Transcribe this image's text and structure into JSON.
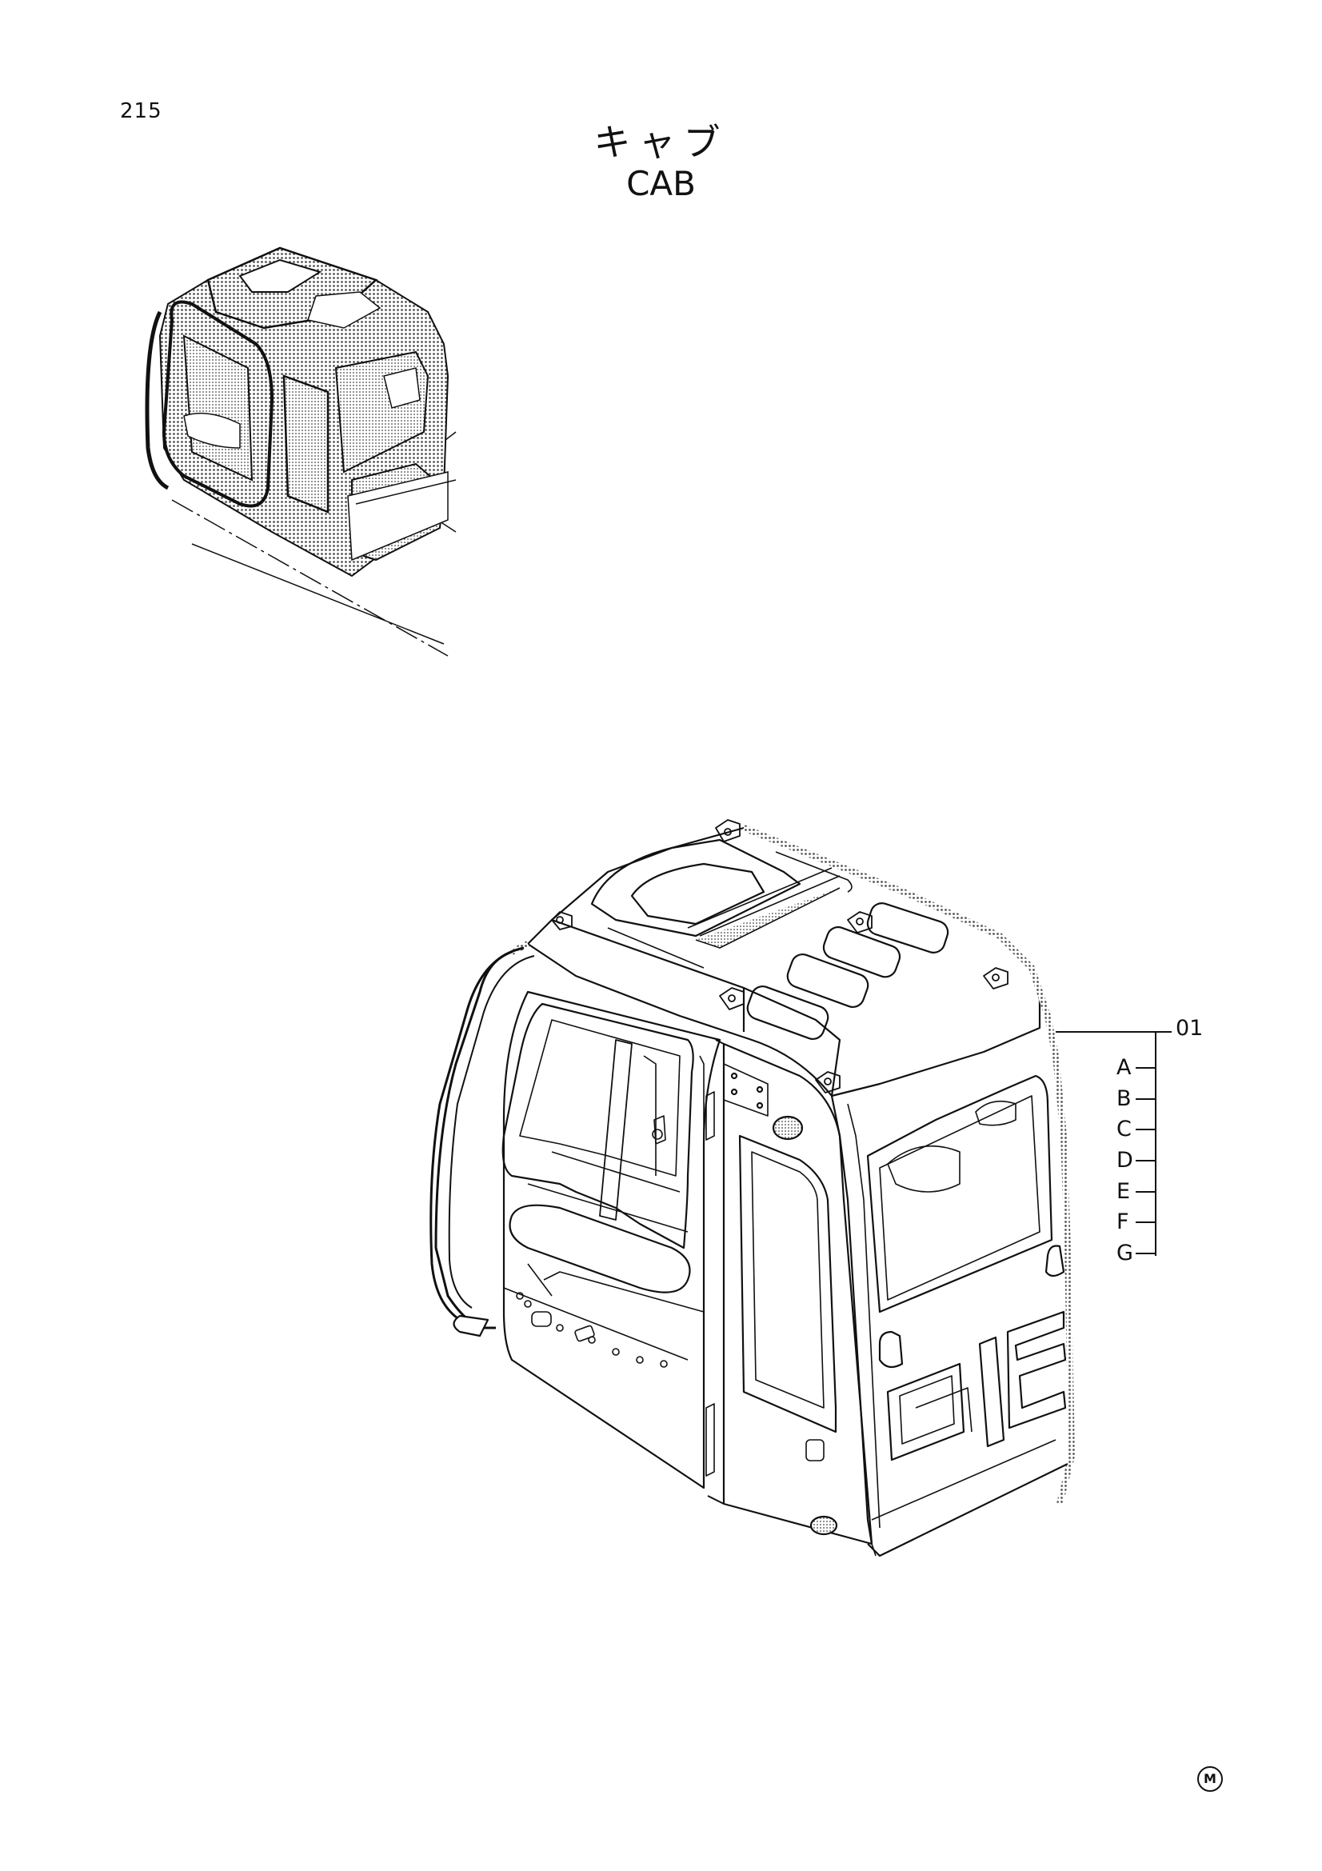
{
  "page": {
    "number": "215"
  },
  "title": {
    "japanese": "キャブ",
    "english": "CAB"
  },
  "callout": {
    "part_ref": "01",
    "variants": [
      "A",
      "B",
      "C",
      "D",
      "E",
      "F",
      "G"
    ]
  },
  "footer": {
    "mark": "M"
  },
  "colors": {
    "line": "#111111",
    "shade": "#9a9a9a",
    "paper": "#ffffff"
  }
}
